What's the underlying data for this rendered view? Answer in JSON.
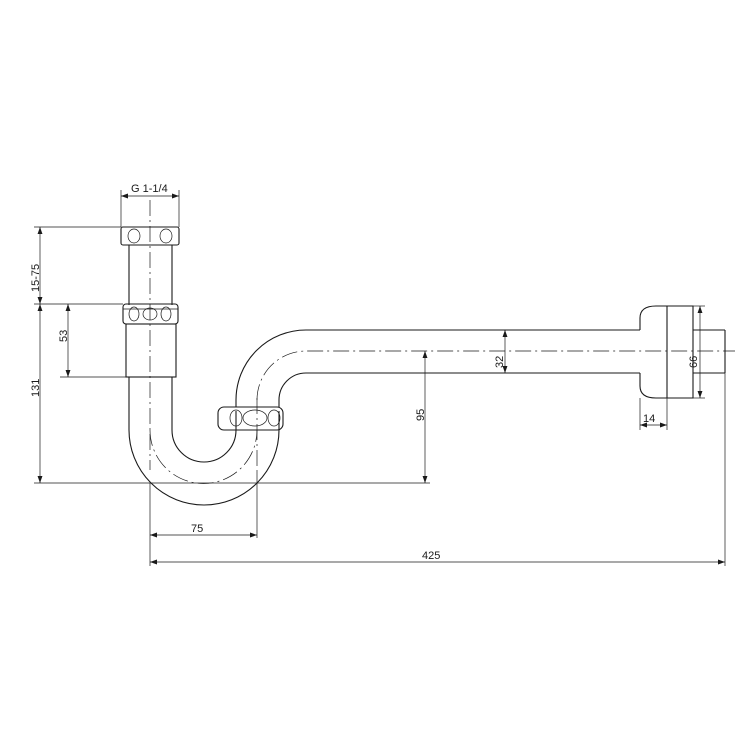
{
  "drawing": {
    "dimensions": {
      "thread": "G 1-1/4",
      "height_adjust": "15-75",
      "socket_height": "53",
      "total_height": "131",
      "trap_depth": "95",
      "pipe_diameter": "32",
      "flange_diameter": "66",
      "flange_thickness": "14",
      "trap_width": "75",
      "total_length": "425"
    }
  }
}
